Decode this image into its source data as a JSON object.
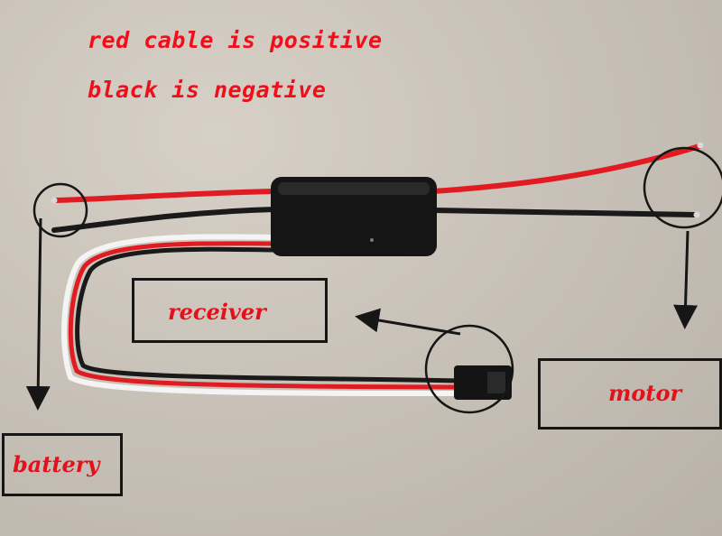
{
  "notes": {
    "red": "red cable is  positive",
    "black": "black is negative"
  },
  "labels": {
    "receiver": "receiver",
    "motor": "motor",
    "battery": "battery"
  },
  "colors": {
    "red_wire": "#e01c22",
    "black_wire": "#1a1a1a",
    "white_wire": "#f4f4f4",
    "annotation_text": "#f20d1a",
    "outline": "#161616"
  }
}
